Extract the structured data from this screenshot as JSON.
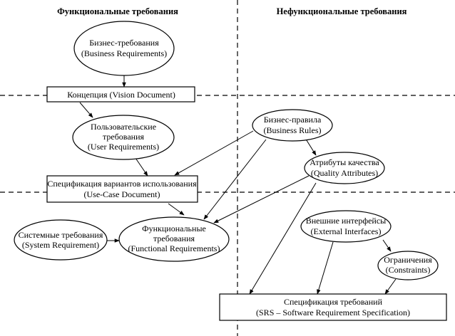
{
  "headers": {
    "functional": "Функциональные требования",
    "nonfunctional": "Нефункциональные требования"
  },
  "nodes": {
    "business_requirements": {
      "line1": "Бизнес-требования",
      "line2": "(Business Requirements)"
    },
    "vision": {
      "line1": "Концепция (Vision Document)"
    },
    "user_requirements": {
      "line1": "Пользовательские",
      "line2": "требования",
      "line3": "(User Requirements)"
    },
    "use_case": {
      "line1": "Спецификация вариантов использования",
      "line2": "(Use-Case Document)"
    },
    "system_requirements": {
      "line1": "Системные требования",
      "line2": "(System Requirement)"
    },
    "functional_requirements": {
      "line1": "Функциональные",
      "line2": "требования",
      "line3": "(Functional Requirements)"
    },
    "business_rules": {
      "line1": "Бизнес-правила",
      "line2": "(Business Rules)"
    },
    "quality_attributes": {
      "line1": "Атрибуты качества",
      "line2": "(Quality Attributes)"
    },
    "external_interfaces": {
      "line1": "Внешние интерфейсы",
      "line2": "(External Interfaces)"
    },
    "constraints": {
      "line1": "Ограничения",
      "line2": "(Constraints)"
    },
    "srs": {
      "line1": "Спецификация требований",
      "line2": "(SRS – Software Requirement Specification)"
    }
  }
}
